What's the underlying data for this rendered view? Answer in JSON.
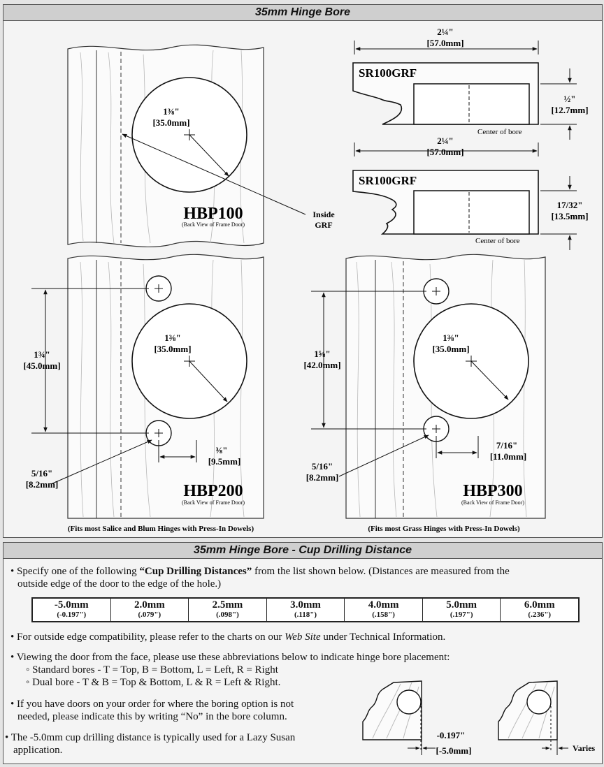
{
  "top": {
    "title": "35mm Hinge Bore",
    "hbp100": {
      "label": "HBP100",
      "sub": "(Back View of Frame Door)",
      "dia_in": "1⅜\"",
      "dia_mm": "[35.0mm]"
    },
    "inside_grf": [
      "Inside",
      "GRF"
    ],
    "sr_top": {
      "label": "SR100GRF",
      "width_in": "2¼\"",
      "width_mm": "[57.0mm]",
      "depth_in": "½\"",
      "depth_mm": "[12.7mm]",
      "center": "Center of bore"
    },
    "sr_bottom": {
      "label": "SR100GRF",
      "width_in": "2¼\"",
      "width_mm": "[57.0mm]",
      "depth_in": "17/32\"",
      "depth_mm": "[13.5mm]",
      "center": "Center of bore"
    },
    "hbp200": {
      "label": "HBP200",
      "sub": "(Back View of Frame Door)",
      "dia_in": "1⅜\"",
      "dia_mm": "[35.0mm]",
      "spacing_in": "1¾\"",
      "spacing_mm": "[45.0mm]",
      "offset_in": "⅜\"",
      "offset_mm": "[9.5mm]",
      "dowel_in": "5/16\"",
      "dowel_mm": "[8.2mm]",
      "fits": "(Fits most Salice and Blum Hinges with Press-In Dowels)"
    },
    "hbp300": {
      "label": "HBP300",
      "sub": "(Back View of Frame Door)",
      "dia_in": "1⅜\"",
      "dia_mm": "[35.0mm]",
      "spacing_in": "1⅝\"",
      "spacing_mm": "[42.0mm]",
      "offset_in": "7/16\"",
      "offset_mm": "[11.0mm]",
      "dowel_in": "5/16\"",
      "dowel_mm": "[8.2mm]",
      "fits": "(Fits most Grass Hinges with Press-In Dowels)"
    }
  },
  "bottom": {
    "title": "35mm Hinge Bore - Cup Drilling Distance",
    "intro_1": "• Specify one of the following ",
    "intro_bold": "“Cup Drilling Distances”",
    "intro_2": " from the list shown below. (Distances are measured from the",
    "intro_3": "outside edge of the door to the edge of the hole.)",
    "distances": [
      {
        "mm": "-5.0mm",
        "inch": "(-0.197\")"
      },
      {
        "mm": "2.0mm",
        "inch": "(.079\")"
      },
      {
        "mm": "2.5mm",
        "inch": "(.098\")"
      },
      {
        "mm": "3.0mm",
        "inch": "(.118\")"
      },
      {
        "mm": "4.0mm",
        "inch": "(.158\")"
      },
      {
        "mm": "5.0mm",
        "inch": "(.197\")"
      },
      {
        "mm": "6.0mm",
        "inch": "(.236\")"
      }
    ],
    "compat_1": "• For outside edge compatibility, please refer to the charts on our ",
    "compat_link": "Web Site",
    "compat_2": " under Technical Information.",
    "abbrev": "• Viewing the door from the face, please use these abbreviations below to indicate hinge bore placement:",
    "standard": "◦ Standard bores - T = Top, B = Bottom, L = Left, R = Right",
    "dual": "◦ Dual bore - T & B = Top & Bottom, L & R = Left & Right.",
    "no_bore_1": "• If you have doors on your order for where the boring option is not",
    "no_bore_2": "needed, please indicate this by writing “No” in the bore column.",
    "lazy_1": "• The -5.0mm cup drilling distance is typically used for a Lazy Susan",
    "lazy_2": "application.",
    "neg_in": "-0.197\"",
    "neg_mm": "[-5.0mm]",
    "varies": "Varies"
  }
}
